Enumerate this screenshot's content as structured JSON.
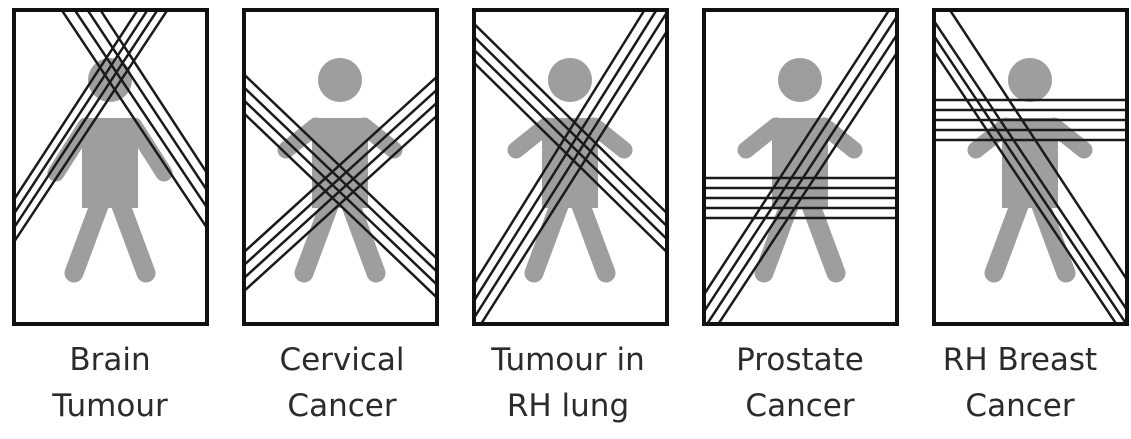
{
  "panels": [
    {
      "key": "brain",
      "line1": "Brain",
      "line2": "Tumour"
    },
    {
      "key": "cervical",
      "line1": "Cervical",
      "line2": "Cancer"
    },
    {
      "key": "lung",
      "line1": "Tumour in",
      "line2": "RH lung"
    },
    {
      "key": "prostate",
      "line1": "Prostate",
      "line2": "Cancer"
    },
    {
      "key": "breast",
      "line1": "RH Breast",
      "line2": "Cancer"
    }
  ],
  "colors": {
    "figure": "#9e9e9e",
    "frame": "#111111",
    "beam": "#1a1a1a"
  }
}
